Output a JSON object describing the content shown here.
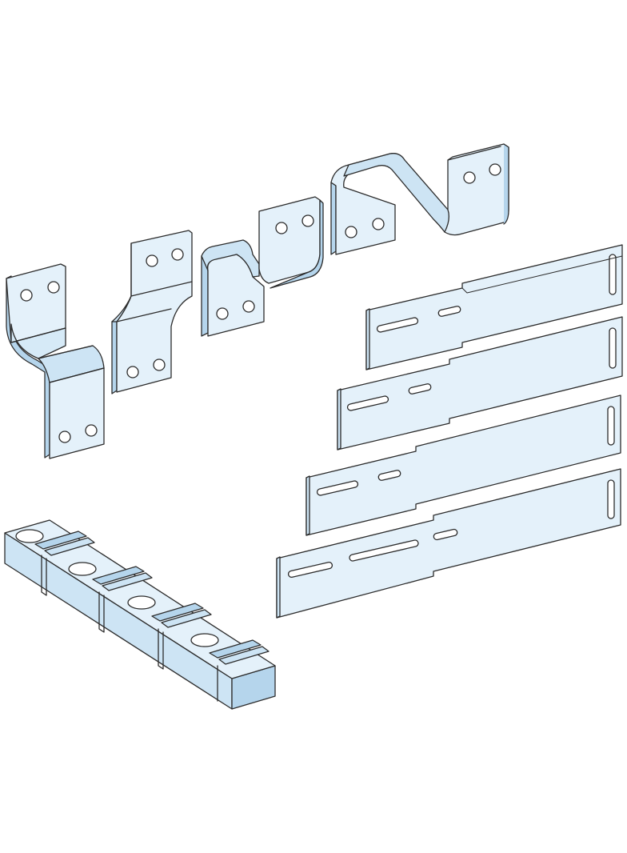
{
  "colors": {
    "background": "#ffffff",
    "face_light": "#e4f1fa",
    "face_mid": "#cde4f4",
    "face_dark": "#b5d5ec",
    "outline": "#2c2c2c"
  },
  "components": [
    {
      "name": "s-shaped-connection-bar",
      "holes": 4
    },
    {
      "name": "offset-connection-bar",
      "holes": 4
    },
    {
      "name": "double-bend-connection-bar",
      "holes": 4
    },
    {
      "name": "z-shaped-connection-bar",
      "holes": 4
    },
    {
      "name": "slotted-extension-plate",
      "count": 4
    },
    {
      "name": "insulating-busbar-support",
      "holes": 4
    }
  ]
}
